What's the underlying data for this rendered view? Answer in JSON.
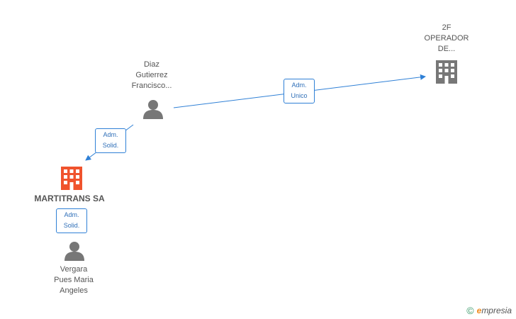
{
  "colors": {
    "edge": "#2f80d6",
    "person_icon": "#777777",
    "company_icon_main": "#f0532d",
    "company_icon_other": "#777777",
    "badge_text": "#2f6fb8",
    "label_text": "#555555"
  },
  "nodes": {
    "company_2f": {
      "label": "2F\nOPERADOR\nDE...",
      "icon": "building-icon"
    },
    "person_diaz": {
      "label": "Diaz\nGutierrez\nFrancisco...",
      "icon": "person-icon"
    },
    "company_martitrans": {
      "label": "MARTITRANS SA",
      "icon": "building-icon"
    },
    "person_vergara": {
      "label": "Vergara\nPues Maria\nAngeles",
      "icon": "person-icon"
    }
  },
  "edges": {
    "diaz_to_2f": {
      "line1": "Adm.",
      "line2": "Unico"
    },
    "diaz_to_martitrans": {
      "line1": "Adm.",
      "line2": "Solid."
    },
    "vergara_to_martitrans": {
      "line1": "Adm.",
      "line2": "Solid."
    }
  },
  "watermark": {
    "copyright": "©",
    "brand_initial": "e",
    "brand_rest": "mpresia"
  }
}
